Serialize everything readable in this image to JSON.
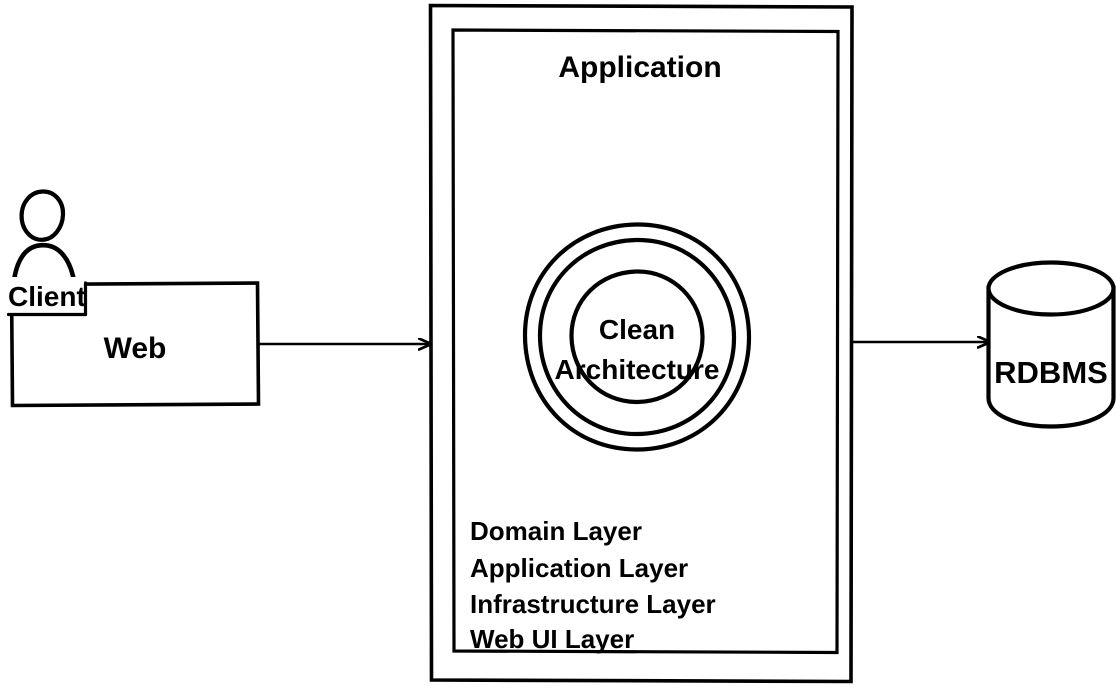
{
  "diagram": {
    "title": "Clean Architecture System Context Diagram",
    "type": "architecture-diagram",
    "background_color": "#ffffff",
    "stroke_color": "#000000",
    "text_color": "#000000"
  },
  "actor": {
    "name": "client-actor",
    "label": "Client",
    "icon": "person-actor-icon"
  },
  "web": {
    "label": "Web",
    "shape": "rectangle"
  },
  "application": {
    "label": "Application",
    "shape": "nested-rectangle",
    "layers": [
      {
        "label": "Domain Layer"
      },
      {
        "label": "Application Layer"
      },
      {
        "label": "Infrastructure Layer"
      },
      {
        "label": "Web UI Layer"
      }
    ],
    "rings": {
      "label_line_1": "Clean",
      "label_line_2": "Architecture",
      "ring_count": 3
    }
  },
  "database": {
    "label": "RDBMS",
    "shape": "cylinder",
    "icon": "database-cylinder-icon"
  },
  "connectors": [
    {
      "name": "web-to-application",
      "from": "Web",
      "to": "Application",
      "arrow": "open-arrow-right"
    },
    {
      "name": "application-to-database",
      "from": "Application",
      "to": "RDBMS",
      "arrow": "open-arrow-right"
    }
  ]
}
